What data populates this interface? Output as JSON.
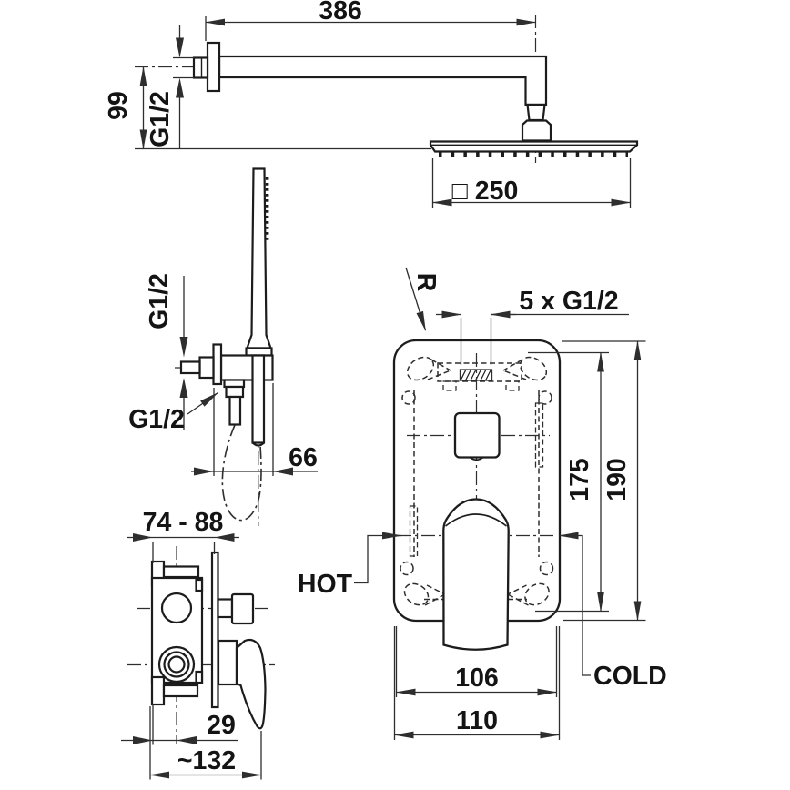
{
  "colors": {
    "line": "#1c1c1c",
    "dimension": "#2e2e2e",
    "text": "#141414",
    "background": "#ffffff"
  },
  "views": {
    "shower_arm": {
      "title": "overhead-shower-arm-side-view",
      "dims": {
        "arm_length": "386",
        "drop_height": "99",
        "wall_thread": "G1/2",
        "head_size": "□ 250"
      }
    },
    "hand_shower": {
      "title": "hand-shower-holder-side-view",
      "dims": {
        "wall_thread": "G1/2",
        "outlet_thread": "G1/2",
        "depth": "66"
      }
    },
    "mixer_side": {
      "title": "concealed-mixer-side-view",
      "dims": {
        "install_depth": "74 - 88",
        "axis_offset": "29",
        "overall_depth": "~132"
      }
    },
    "mixer_front": {
      "title": "concealed-mixer-front-view",
      "labels": {
        "radius": "R",
        "hot": "HOT",
        "cold": "COLD"
      },
      "dims": {
        "connections": "5 x G1/2",
        "port_span_height": "175",
        "plate_height": "190",
        "port_span_width": "106",
        "plate_width": "110"
      }
    }
  }
}
